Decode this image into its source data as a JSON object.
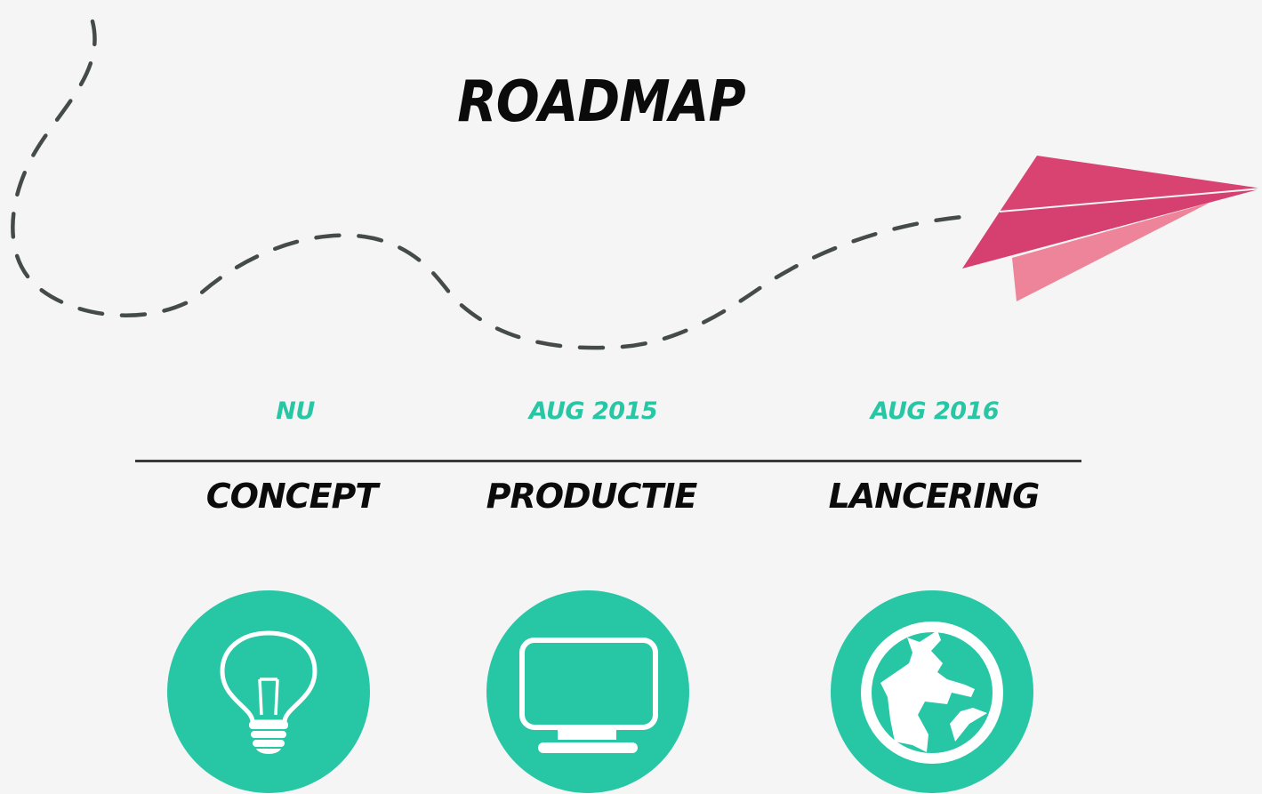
{
  "title": "ROADMAP",
  "colors": {
    "background": "#f4f5f4",
    "accent": "#27c6a5",
    "path": "#454b4a",
    "plane_dark": "#d84371",
    "plane_light": "#ee8499",
    "divider": "#3a3a3a",
    "text": "#0b0b0b"
  },
  "milestones": [
    {
      "date": "NU",
      "phase": "CONCEPT",
      "icon": "lightbulb-icon"
    },
    {
      "date": "AUG 2015",
      "phase": "PRODUCTIE",
      "icon": "monitor-icon"
    },
    {
      "date": "AUG 2016",
      "phase": "LANCERING",
      "icon": "globe-icon"
    }
  ]
}
